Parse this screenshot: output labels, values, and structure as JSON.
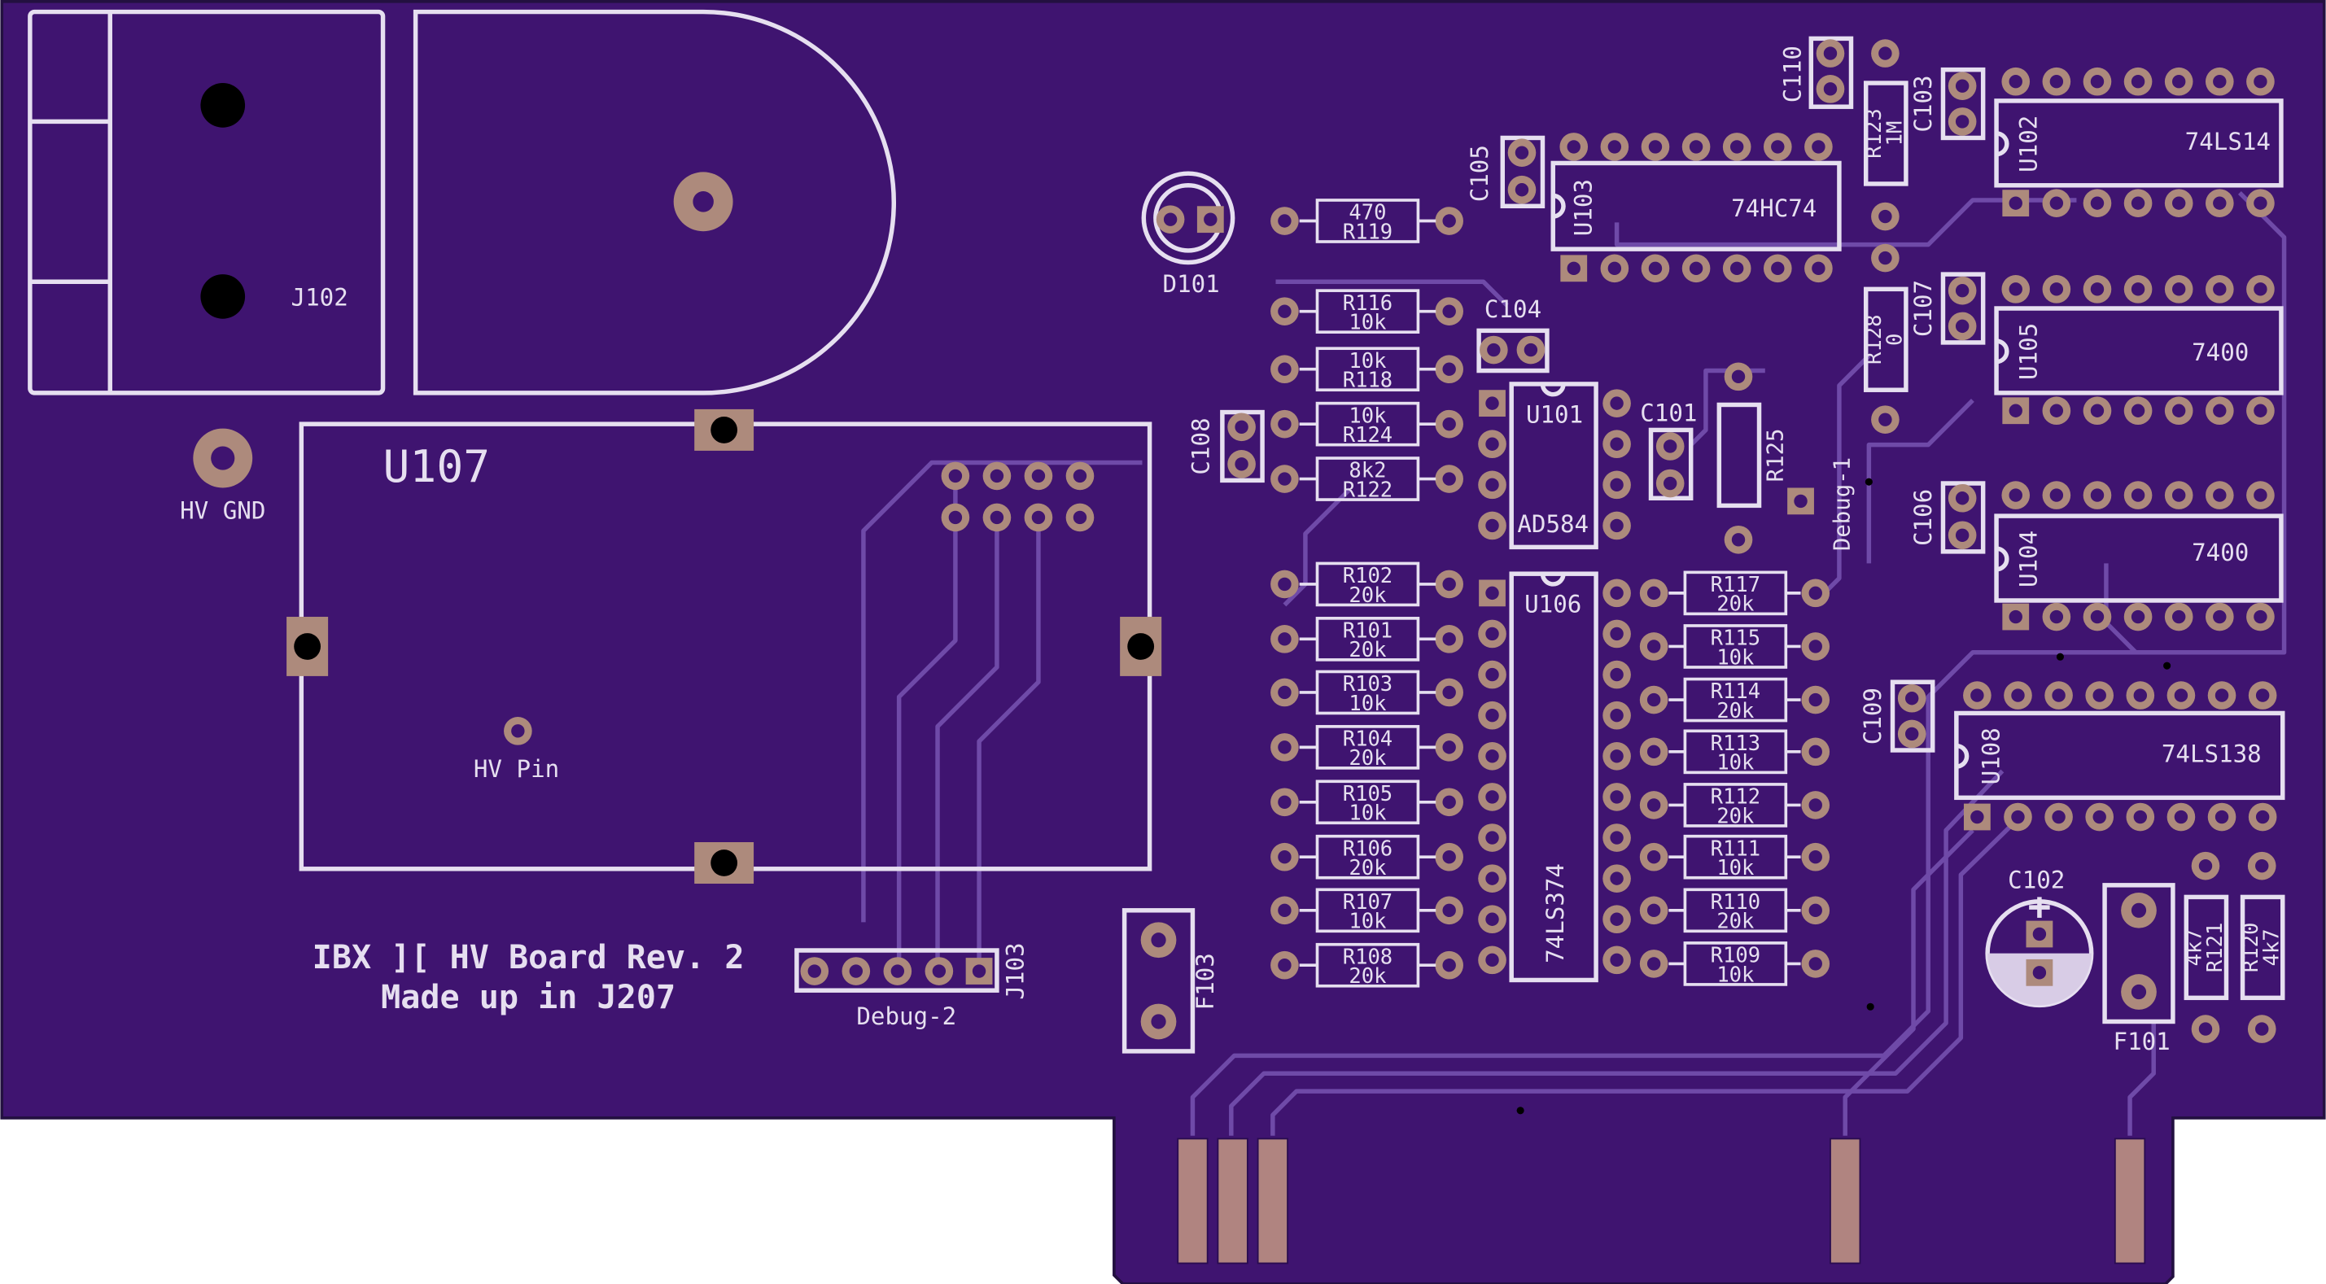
{
  "board": {
    "colors": {
      "pcb": "#3f1470",
      "edge": "#231040",
      "silk": "#e6dff0",
      "pad": "#ad8a7c",
      "hole": "#3f1470",
      "trace": "#6f4aa8",
      "finger": "#b08480"
    },
    "title_line1": "IBX ][ HV Board Rev. 2",
    "title_line2": "Made up in J207"
  },
  "labels": {
    "J102": "J102",
    "HV_GND": "HV GND",
    "U107": "U107",
    "HV_Pin": "HV Pin",
    "D101": "D101",
    "Debug2": "Debug-2",
    "J103": "J103",
    "F103": "F103",
    "F101": "F101",
    "C102": "C102",
    "Debug1": "Debug-1"
  },
  "chips": [
    {
      "ref": "U103",
      "name": "74HC74"
    },
    {
      "ref": "U102",
      "name": "74LS14"
    },
    {
      "ref": "U105",
      "name": "7400"
    },
    {
      "ref": "U104",
      "name": "7400"
    },
    {
      "ref": "U108",
      "name": "74LS138"
    },
    {
      "ref": "U101",
      "name": "AD584"
    },
    {
      "ref": "U106",
      "name": "74LS374"
    }
  ],
  "resistors_left": [
    {
      "top": "470",
      "bottom": "R119"
    },
    {
      "top": "R116",
      "bottom": "10k"
    },
    {
      "top": "10k",
      "bottom": "R118"
    },
    {
      "top": "10k",
      "bottom": "R124"
    },
    {
      "top": "8k2",
      "bottom": "R122"
    },
    {
      "top": "R102",
      "bottom": "20k"
    },
    {
      "top": "R101",
      "bottom": "20k"
    },
    {
      "top": "R103",
      "bottom": "10k"
    },
    {
      "top": "R104",
      "bottom": "20k"
    },
    {
      "top": "R105",
      "bottom": "10k"
    },
    {
      "top": "R106",
      "bottom": "20k"
    },
    {
      "top": "R107",
      "bottom": "10k"
    },
    {
      "top": "R108",
      "bottom": "20k"
    }
  ],
  "resistors_right": [
    {
      "top": "R117",
      "bottom": "20k"
    },
    {
      "top": "R115",
      "bottom": "10k"
    },
    {
      "top": "R114",
      "bottom": "20k"
    },
    {
      "top": "R113",
      "bottom": "10k"
    },
    {
      "top": "R112",
      "bottom": "20k"
    },
    {
      "top": "R111",
      "bottom": "10k"
    },
    {
      "top": "R110",
      "bottom": "20k"
    },
    {
      "top": "R109",
      "bottom": "10k"
    }
  ],
  "vertical_resistors": [
    {
      "ref": "R123",
      "value": "1M"
    },
    {
      "ref": "R128",
      "value": "0"
    },
    {
      "ref": "R125",
      "value": ""
    },
    {
      "ref": "R121",
      "value": "4k7"
    },
    {
      "ref": "R120",
      "value": "4k7"
    }
  ],
  "capacitors": [
    "C110",
    "C103",
    "C105",
    "C107",
    "C104",
    "C101",
    "C108",
    "C106",
    "C109"
  ]
}
